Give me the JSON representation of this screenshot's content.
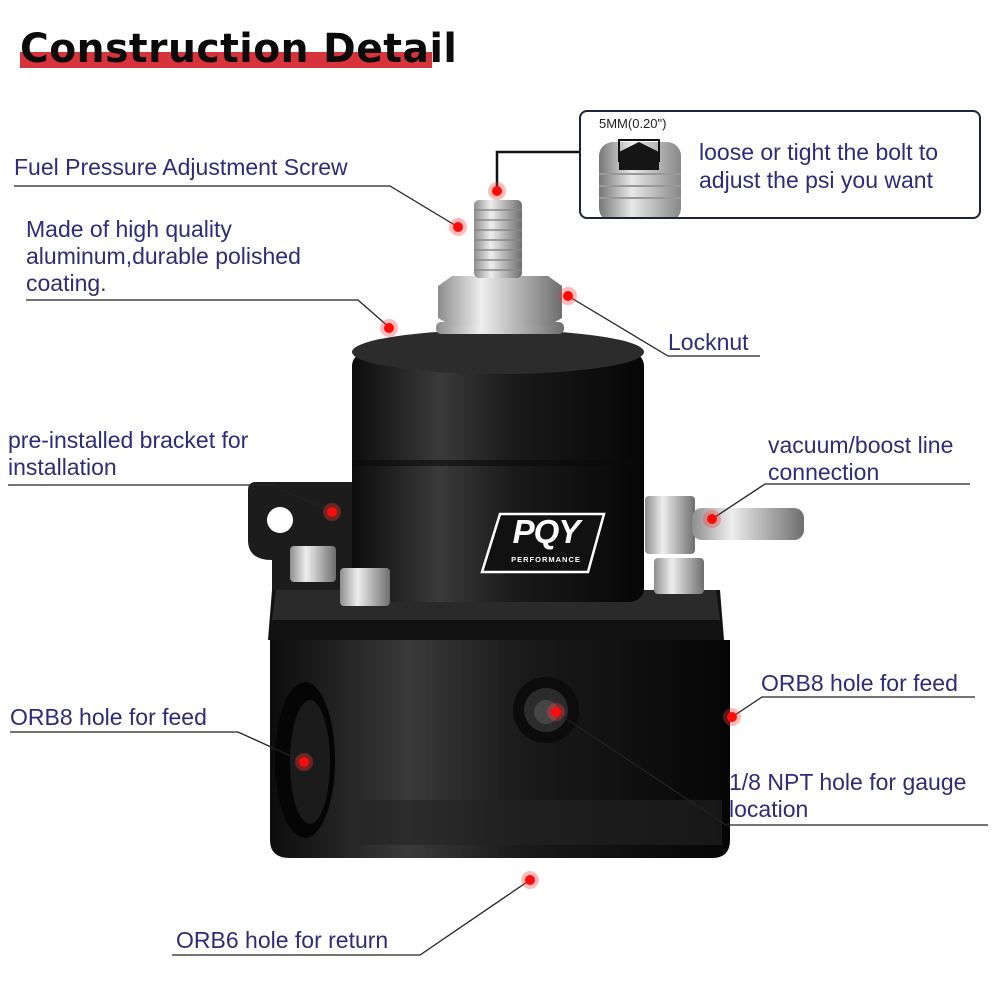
{
  "header": {
    "title": "Construction Detail",
    "accent_color": "#d6333a"
  },
  "inset": {
    "dimension": "5MM(0.20\")",
    "line1": "loose or tight the bolt to",
    "line2": "adjust the psi you want",
    "icon": "hex-socket-screw-icon"
  },
  "product": {
    "brand": "PQY",
    "brand_sub": "PERFORMANCE",
    "description": "Adjustable fuel pressure regulator (black anodized body, polished fittings)"
  },
  "callouts": {
    "adjustment_screw": {
      "text": "Fuel Pressure Adjustment Screw"
    },
    "material": {
      "line1": "Made of high quality",
      "line2": "aluminum,durable polished",
      "line3": "coating."
    },
    "locknut": {
      "text": "Locknut"
    },
    "bracket": {
      "line1": "pre-installed bracket for",
      "line2": "installation"
    },
    "vacuum": {
      "line1": "vacuum/boost line",
      "line2": "connection"
    },
    "orb8_left": {
      "text": "ORB8 hole for feed"
    },
    "orb8_right": {
      "text": "ORB8 hole for feed"
    },
    "npt": {
      "line1": "1/8 NPT hole for gauge",
      "line2": "location"
    },
    "orb6": {
      "text": "ORB6 hole for return"
    }
  },
  "colors": {
    "label_text": "#2e2b78",
    "leader_line": "#222222",
    "marker": "#ff0a0a",
    "body": "#141414"
  }
}
